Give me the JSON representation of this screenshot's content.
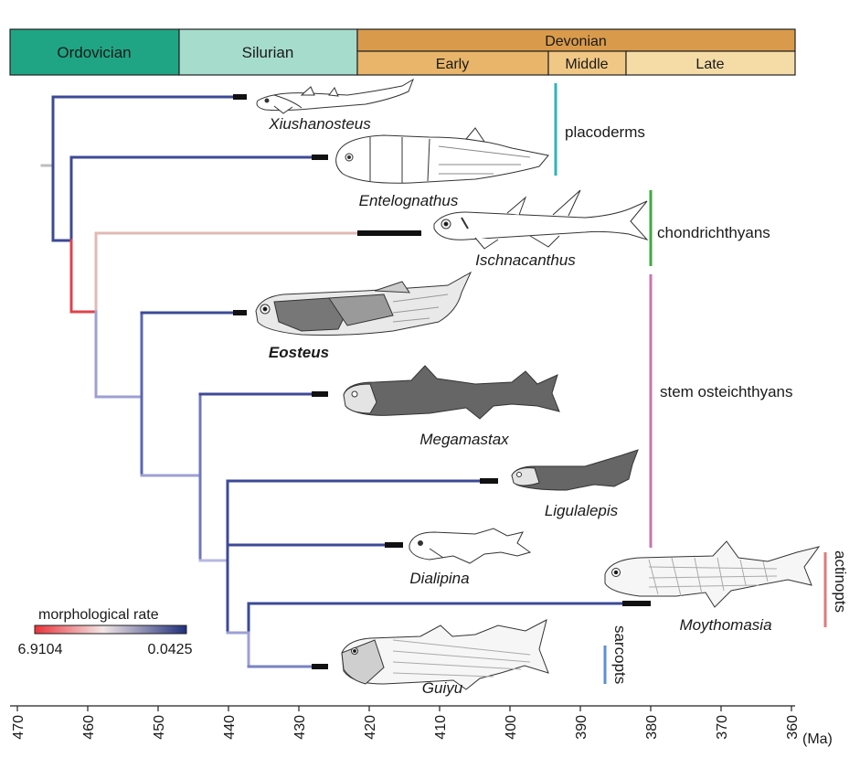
{
  "periods": [
    {
      "name": "Ordovician",
      "color": "#1fa584"
    },
    {
      "name": "Silurian",
      "color": "#a6dccc"
    },
    {
      "name": "Devonian",
      "color": "#d99b4b"
    }
  ],
  "epochs": [
    {
      "name": "Early",
      "color": "#e8b56a"
    },
    {
      "name": "Middle",
      "color": "#f0c784"
    },
    {
      "name": "Late",
      "color": "#f5dca6"
    }
  ],
  "taxa": [
    {
      "name": "Xiushanosteus",
      "style": "italic"
    },
    {
      "name": "Entelognathus",
      "style": "italic"
    },
    {
      "name": "Ischnacanthus",
      "style": "italic"
    },
    {
      "name": "Eosteus",
      "style": "bold-italic"
    },
    {
      "name": "Megamastax",
      "style": "italic"
    },
    {
      "name": "Ligulalepis",
      "style": "italic"
    },
    {
      "name": "Dialipina",
      "style": "italic"
    },
    {
      "name": "Moythomasia",
      "style": "italic"
    },
    {
      "name": "Guiyu",
      "style": "italic"
    }
  ],
  "groups": [
    {
      "name": "placoderms",
      "color": "#2bb5b8"
    },
    {
      "name": "chondrichthyans",
      "color": "#3faa3f"
    },
    {
      "name": "stem osteichthyans",
      "color": "#c975b0"
    },
    {
      "name": "actinopts",
      "color": "#e07a7a"
    },
    {
      "name": "sarcopts",
      "color": "#5b8fd6"
    }
  ],
  "legend": {
    "title": "morphological rate",
    "min_label": "6.9104",
    "max_label": "0.0425",
    "color_high": "#e8343a",
    "color_mid": "#f0eeee",
    "color_low": "#1f2f7a"
  },
  "axis": {
    "ticks": [
      "470",
      "460",
      "450",
      "440",
      "430",
      "420",
      "410",
      "400",
      "390",
      "380",
      "370",
      "360"
    ],
    "unit": "(Ma)"
  }
}
